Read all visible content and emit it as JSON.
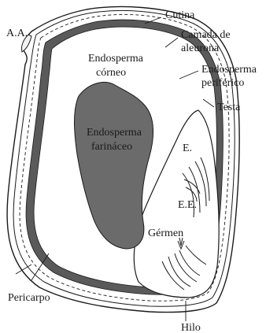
{
  "labels": {
    "aa": "A.A.",
    "cutina": "Cutina",
    "camada_line1": "Camada de",
    "camada_line2": "aleurona",
    "endo_periferico_line1": "Endosperma",
    "endo_periferico_line2": "periférico",
    "testa": "Testa",
    "endo_corneo_line1": "Endosperma",
    "endo_corneo_line2": "córneo",
    "endo_farinaceo_line1": "Endosperma",
    "endo_farinaceo_line2": "farináceo",
    "e": "E.",
    "ee": "E.E.",
    "germen": "Gérmen",
    "pericarpo": "Pericarpo",
    "hilo": "Hilo"
  },
  "colors": {
    "line": "#1a1a1a",
    "aleurone": "#5a5a5a",
    "floury": "#6b6b6b",
    "background": "#ffffff"
  }
}
